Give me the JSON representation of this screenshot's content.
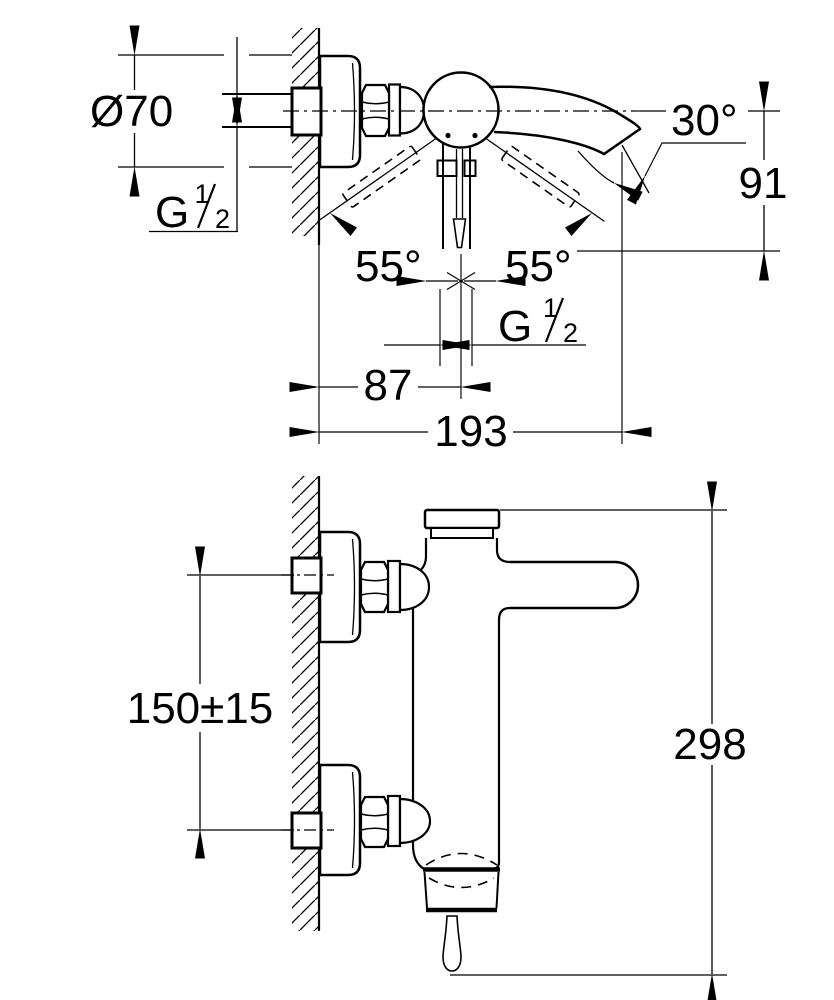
{
  "top": {
    "dia": "Ø70",
    "g1": {
      "g": "G",
      "num": "1",
      "den": "2"
    },
    "g2": {
      "g": "G",
      "num": "1",
      "den": "2"
    },
    "angle_spout": "30°",
    "height": "91",
    "angle_l": "55°",
    "angle_r": "55°",
    "wall_to_axis": "87",
    "reach": "193"
  },
  "bottom": {
    "centers": "150±15",
    "height": "298"
  },
  "colors": {
    "ink": "#000000",
    "paper": "#ffffff"
  }
}
